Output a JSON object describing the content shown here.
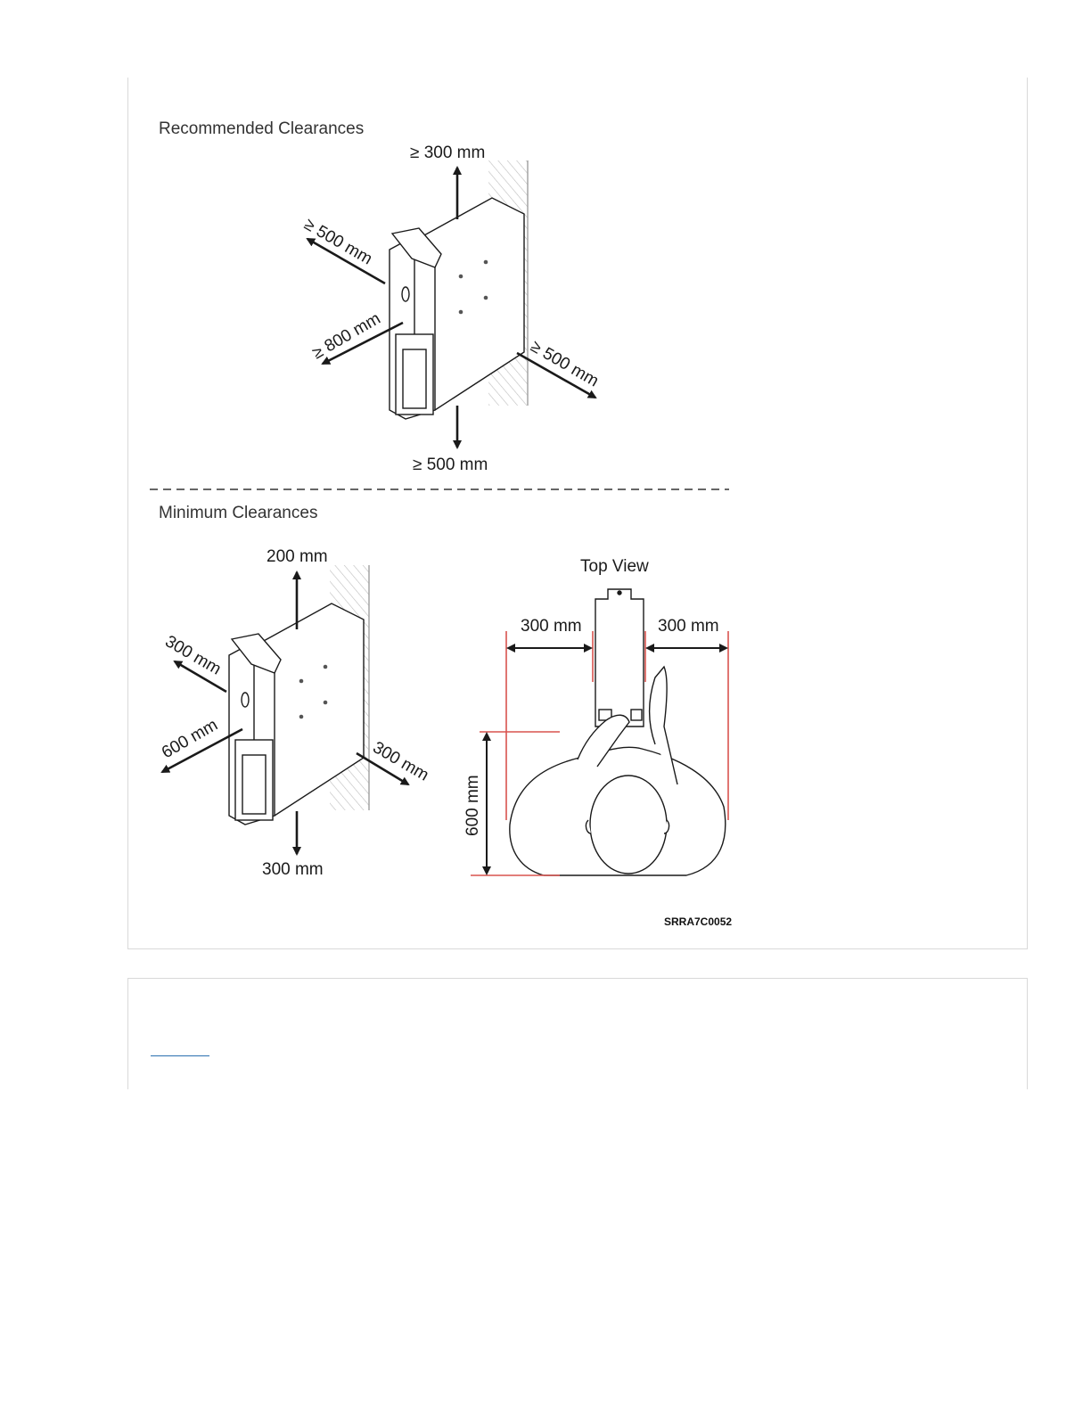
{
  "figure": {
    "recommended_heading": "Recommended Clearances",
    "minimum_heading": "Minimum Clearances",
    "top_view_label": "Top View",
    "figure_code": "SRRA7C0052",
    "recommended": {
      "top": "≥ 300 mm",
      "left_upper": "≥ 500 mm",
      "left_lower": "≥ 800 mm",
      "right": "≥ 500 mm",
      "bottom": "≥ 500 mm"
    },
    "minimum": {
      "top": "200 mm",
      "left_upper": "300 mm",
      "left_lower": "600 mm",
      "right": "300 mm",
      "bottom": "300 mm"
    },
    "top_view": {
      "left": "300 mm",
      "right": "300 mm",
      "depth": "600 mm"
    }
  },
  "colors": {
    "dimension_line": "#d9534f",
    "ink": "#1a1a1a",
    "link": "#2a6fb0"
  }
}
